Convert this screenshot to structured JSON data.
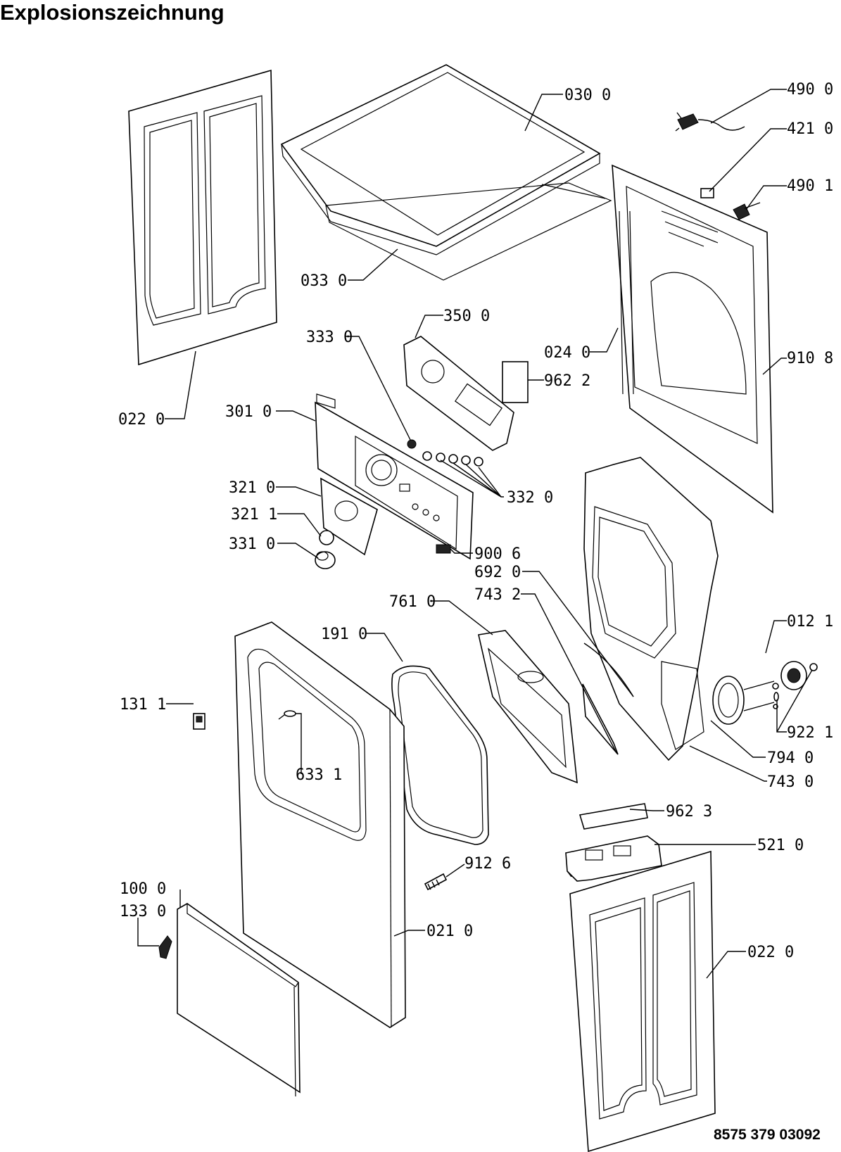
{
  "header": {
    "title": "Explosionszeichnung"
  },
  "footer": {
    "document_number": "8575 379 03092"
  },
  "labels": {
    "p030_0": "030 0",
    "p490_0": "490 0",
    "p421_0": "421 0",
    "p490_1": "490 1",
    "p033_0": "033 0",
    "p350_0": "350 0",
    "p333_0": "333 0",
    "p024_0": "024 0",
    "p910_8": "910 8",
    "p962_2": "962 2",
    "p022_0_top": "022 0",
    "p301_0": "301 0",
    "p321_0": "321 0",
    "p332_0": "332 0",
    "p321_1": "321 1",
    "p331_0": "331 0",
    "p900_6": "900 6",
    "p692_0": "692 0",
    "p761_0": "761 0",
    "p743_2": "743 2",
    "p191_0": "191 0",
    "p012_1": "012 1",
    "p131_1": "131 1",
    "p922_1": "922 1",
    "p633_1": "633 1",
    "p794_0": "794 0",
    "p743_0": "743 0",
    "p962_3": "962 3",
    "p521_0": "521 0",
    "p912_6": "912 6",
    "p100_0": "100 0",
    "p133_0": "133 0",
    "p021_0": "021 0",
    "p022_0_bottom": "022 0"
  }
}
